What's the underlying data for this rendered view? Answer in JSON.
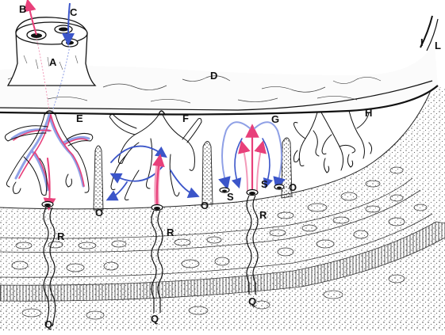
{
  "labels": {
    "A": "A",
    "B": "B",
    "C": "C",
    "D": "D",
    "E": "E",
    "F": "F",
    "G": "G",
    "H": "H",
    "I": "I",
    "L": "L",
    "O": "O",
    "Q": "Q",
    "R": "R",
    "S": "S"
  },
  "colors": {
    "arterial": "#e8407a",
    "venous": "#3b55c9",
    "arterial_light": "#f39ab9",
    "venous_light": "#8fa0e6",
    "ink": "#1a1a1a",
    "stipple": "#6a6a6a"
  }
}
